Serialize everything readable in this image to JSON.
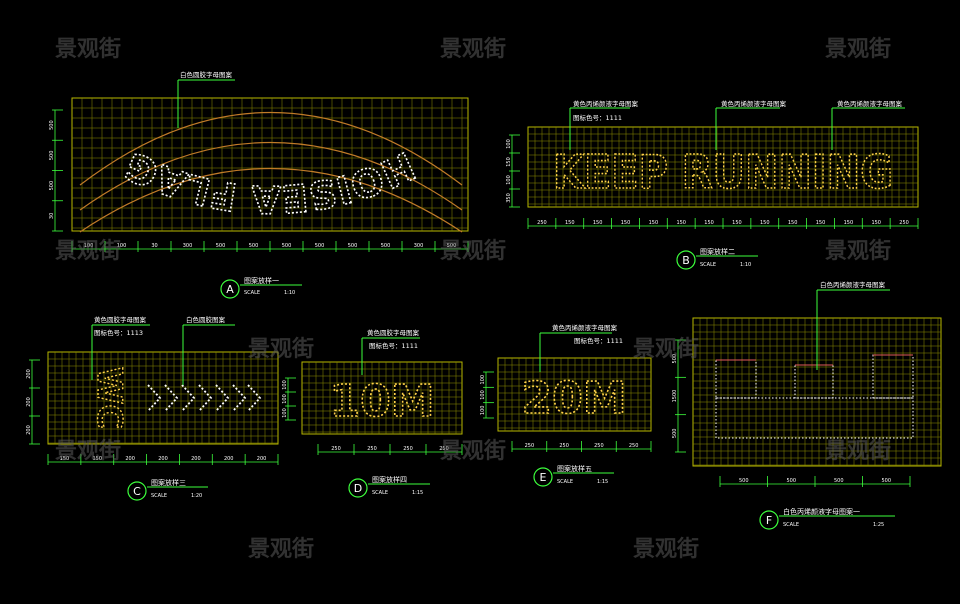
{
  "watermark": "景观街",
  "colors": {
    "grid": "#b8b800",
    "dim": "#3cff3c",
    "white_text": "#ffffff",
    "yellow_text": "#ffd24a",
    "arc": "#c07a28"
  },
  "panels": [
    {
      "id": "A",
      "letter": "A",
      "title": "图案放样一",
      "scale_label": "SCALE",
      "scale_value": "1:10",
      "note": "白色圆胶字母图案",
      "graphic_text": "HOISEA FLAG",
      "dims_bottom": [
        "100",
        "100",
        "30",
        "300",
        "500",
        "500",
        "500",
        "500",
        "500",
        "500",
        "300",
        "500"
      ],
      "dims_left": [
        "500",
        "500",
        "500",
        "30"
      ]
    },
    {
      "id": "B",
      "letter": "B",
      "title": "图案放样二",
      "scale_label": "SCALE",
      "scale_value": "1:10",
      "notes": [
        "黄色丙烯颜液字母图案",
        "黄色丙烯颜液字母图案",
        "黄色丙烯颜液字母图案"
      ],
      "color_code": "图标色号：1111",
      "graphic_text": "KEEP RUNNING",
      "dims_bottom": [
        "250",
        "150",
        "150",
        "150",
        "150",
        "150",
        "150",
        "150",
        "150",
        "150",
        "150",
        "150",
        "150",
        "250"
      ],
      "dims_left": [
        "100",
        "150",
        "100",
        "350"
      ]
    },
    {
      "id": "C",
      "letter": "C",
      "title": "图案放样三",
      "scale_label": "SCALE",
      "scale_value": "1:20",
      "notes": [
        "黄色圆胶字母图案",
        "白色圆胶图案"
      ],
      "color_code": "图标色号：1113",
      "graphic_text": "WC",
      "dims_bottom": [
        "150",
        "150",
        "200",
        "200",
        "200",
        "200",
        "200"
      ],
      "dims_left": [
        "200",
        "200",
        "200"
      ]
    },
    {
      "id": "D",
      "letter": "D",
      "title": "图案放样四",
      "scale_label": "SCALE",
      "scale_value": "1:15",
      "note": "黄色圆胶字母图案",
      "color_code": "图标色号：1111",
      "graphic_text": "10M",
      "dims_bottom": [
        "250",
        "250",
        "250",
        "250"
      ],
      "dims_left": [
        "100",
        "100",
        "100"
      ]
    },
    {
      "id": "E",
      "letter": "E",
      "title": "图案放样五",
      "scale_label": "SCALE",
      "scale_value": "1:15",
      "note": "黄色丙烯颜液字母图案",
      "color_code": "图标色号：1111",
      "graphic_text": "20M",
      "dims_bottom": [
        "250",
        "250",
        "250",
        "250"
      ],
      "dims_left": [
        "100",
        "100",
        "100"
      ]
    },
    {
      "id": "F",
      "letter": "F",
      "title": "白色丙烯颜液字母图案一",
      "scale_label": "SCALE",
      "scale_value": "1:25",
      "note": "白色丙烯颜液字母图案",
      "dims_bottom": [
        "500",
        "500",
        "500",
        "500"
      ],
      "dims_left": [
        "500",
        "1500",
        "500"
      ]
    }
  ]
}
